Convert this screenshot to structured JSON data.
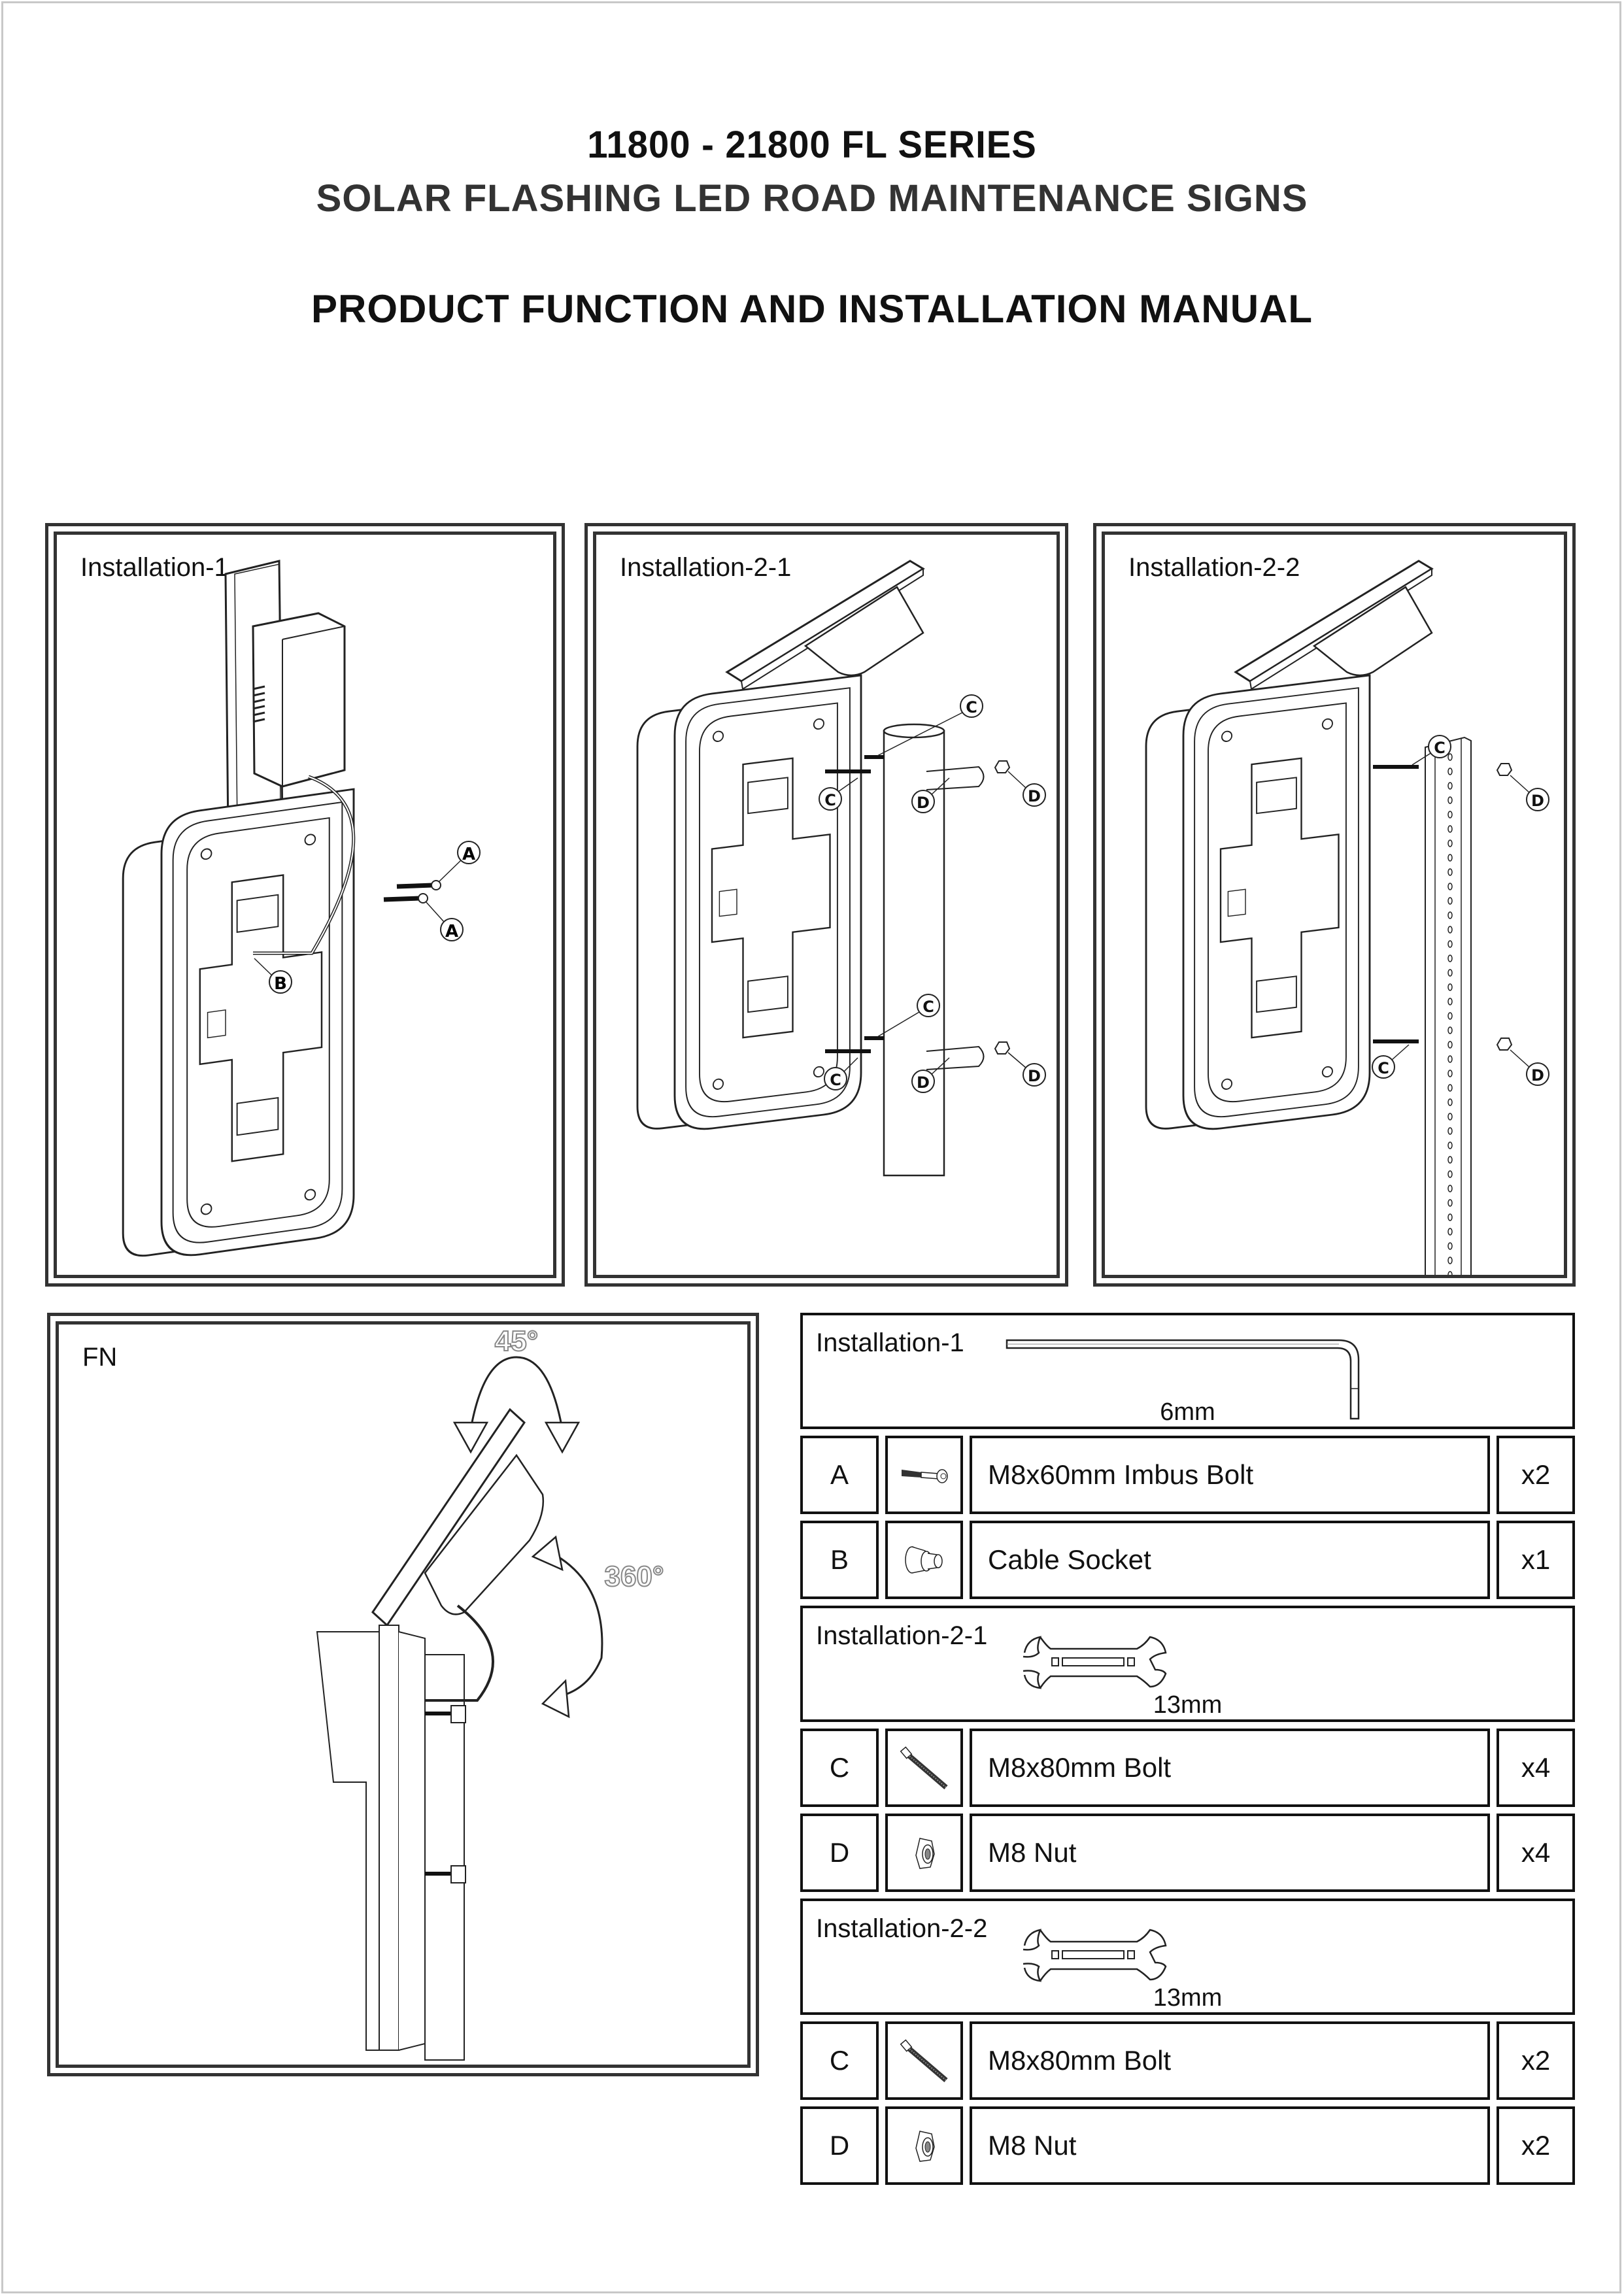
{
  "header": {
    "series": "11800 - 21800 FL SERIES",
    "product": "SOLAR FLASHING LED ROAD MAINTENANCE SIGNS",
    "manual": "PRODUCT FUNCTION AND INSTALLATION MANUAL"
  },
  "panels": {
    "installation_1": {
      "label": "Installation-1",
      "callouts": [
        "A",
        "A",
        "B"
      ]
    },
    "installation_2_1": {
      "label": "Installation-2-1",
      "callouts": [
        "C",
        "C",
        "C",
        "C",
        "D",
        "D",
        "D",
        "D"
      ]
    },
    "installation_2_2": {
      "label": "Installation-2-2",
      "callouts": [
        "C",
        "C",
        "D",
        "D"
      ]
    },
    "fn": {
      "label": "FN",
      "tilt_angle": "45°",
      "rotation_angle": "360°"
    }
  },
  "parts": {
    "groups": [
      {
        "label": "Installation-1",
        "tool": "hex-key",
        "tool_size": "6mm",
        "items": [
          {
            "code": "A",
            "icon": "imbus-bolt-icon",
            "name": "M8x60mm Imbus Bolt",
            "qty": "x2"
          },
          {
            "code": "B",
            "icon": "cable-socket-icon",
            "name": "Cable Socket",
            "qty": "x1"
          }
        ]
      },
      {
        "label": "Installation-2-1",
        "tool": "open-end-wrench",
        "tool_size": "13mm",
        "items": [
          {
            "code": "C",
            "icon": "bolt-icon",
            "name": "M8x80mm Bolt",
            "qty": "x4"
          },
          {
            "code": "D",
            "icon": "nut-icon",
            "name": "M8 Nut",
            "qty": "x4"
          }
        ]
      },
      {
        "label": "Installation-2-2",
        "tool": "open-end-wrench",
        "tool_size": "13mm",
        "items": [
          {
            "code": "C",
            "icon": "bolt-icon",
            "name": "M8x80mm Bolt",
            "qty": "x2"
          },
          {
            "code": "D",
            "icon": "nut-icon",
            "name": "M8 Nut",
            "qty": "x2"
          }
        ]
      }
    ]
  },
  "colors": {
    "line": "#333333",
    "text": "#111111",
    "page_border": "#c8c8c8"
  }
}
